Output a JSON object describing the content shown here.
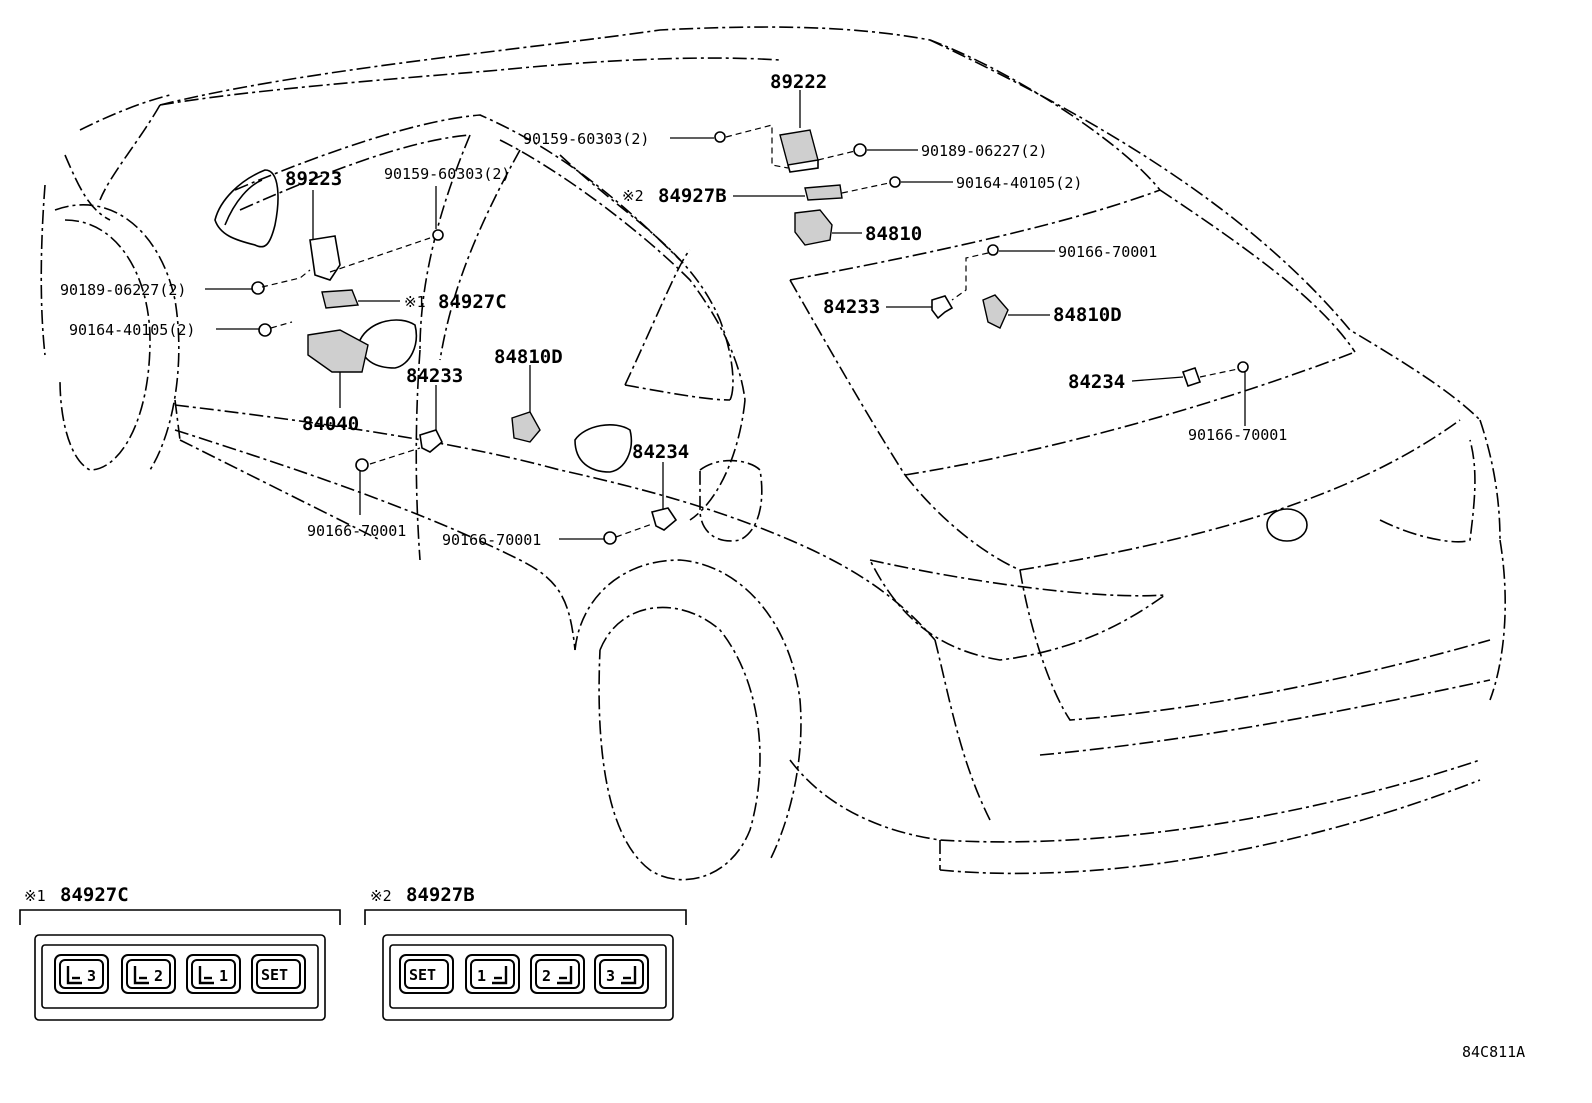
{
  "diagram_code": "84C811A",
  "callouts": {
    "p89222": "89222",
    "p90159_top": "90159-60303(2)",
    "p90189_top": "90189-06227(2)",
    "p90164_top": "90164-40105(2)",
    "p84927B_mark": "※2",
    "p84927B": "84927B",
    "p84810": "84810",
    "p90166_r1": "90166-70001",
    "p84233_r": "84233",
    "p84810D_r": "84810D",
    "p84234_r": "84234",
    "p90166_r2": "90166-70001",
    "p89223": "89223",
    "p90159_left": "90159-60303(2)",
    "p90189_left": "90189-06227(2)",
    "p84927C_mark": "※1",
    "p84927C": "84927C",
    "p90164_left": "90164-40105(2)",
    "p84040": "84040",
    "p84233_l": "84233",
    "p84810D_m": "84810D",
    "p84234_m": "84234",
    "p90166_l1": "90166-70001",
    "p90166_l2": "90166-70001"
  },
  "insets": [
    {
      "mark": "※1",
      "part": "84927C",
      "buttons": [
        {
          "number": "3",
          "icon": "seat-icon"
        },
        {
          "number": "2",
          "icon": "seat-icon"
        },
        {
          "number": "1",
          "icon": "seat-icon"
        },
        {
          "label": "SET"
        }
      ]
    },
    {
      "mark": "※2",
      "part": "84927B",
      "buttons": [
        {
          "label": "SET"
        },
        {
          "number": "1",
          "icon": "seat-icon"
        },
        {
          "number": "2",
          "icon": "seat-icon"
        },
        {
          "number": "3",
          "icon": "seat-icon"
        }
      ]
    }
  ]
}
